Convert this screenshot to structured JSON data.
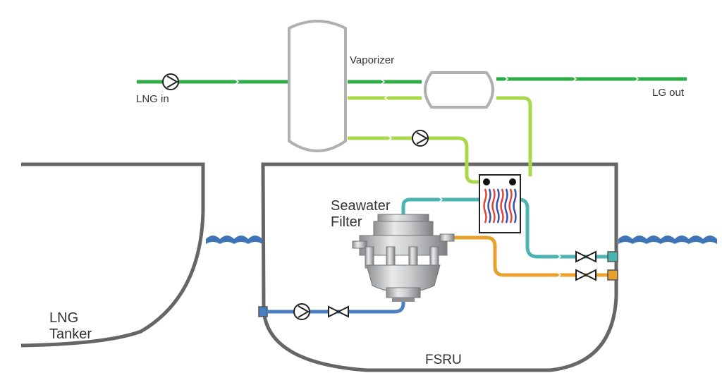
{
  "labels": {
    "lng_in": "LNG in",
    "vaporizer": "Vaporizer",
    "lg_out": "LG out",
    "seawater_filter_line1": "Seawater",
    "seawater_filter_line2": "Filter",
    "lng_tanker_line1": "LNG",
    "lng_tanker_line2": "Tanker",
    "fsru": "FSRU"
  },
  "colors": {
    "lng_line": "#2eac45",
    "glycol_line": "#a9d84a",
    "seawater_in_line": "#4a7fc1",
    "seawater_out_line": "#4ab5b0",
    "hot_return_line": "#e8a02c",
    "hull": "#666666",
    "water": "#3f75b8",
    "vessel_outline": "#b0b0b0",
    "hx_red": "#e0413a",
    "hx_blue": "#3b4fa8"
  }
}
